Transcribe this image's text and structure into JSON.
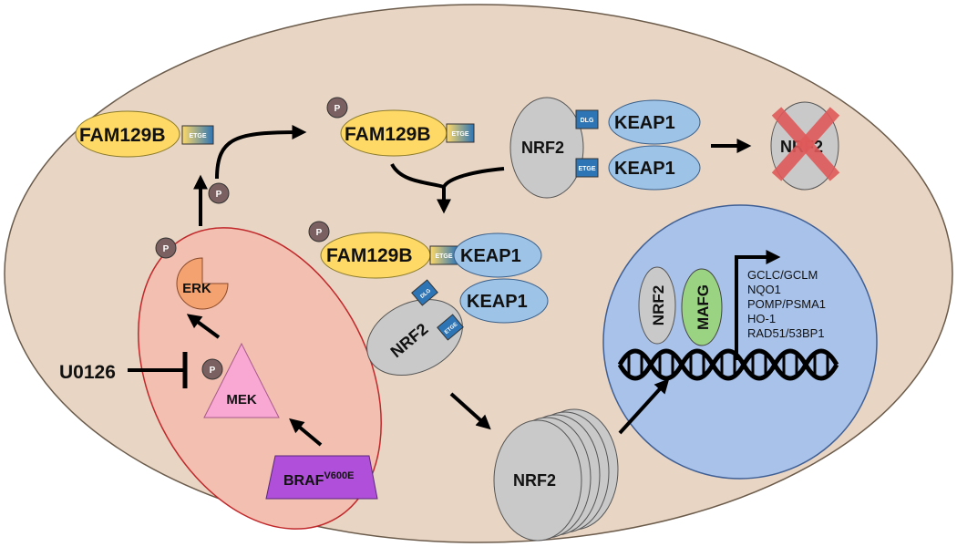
{
  "colors": {
    "cell_fill": "#E8D5C3",
    "cell_stroke": "#6b5b4b",
    "mapk_region_fill": "#F2BFB0",
    "mapk_region_stroke": "#C0282B",
    "nucleus_fill": "#A9C2E9",
    "nucleus_stroke": "#3f5f95",
    "fam129b": "#FFD966",
    "keap1": "#9DC3E6",
    "nrf2": "#C9C9C9",
    "mafg": "#9AD381",
    "erk": "#F4A270",
    "mek": "#F9A8D4",
    "braf": "#B04FD9",
    "phospho": "#7a6060",
    "cross": "#E05A5A"
  },
  "labels": {
    "fam129b": "FAM129B",
    "keap1": "KEAP1",
    "nrf2": "NRF2",
    "mafg": "MAFG",
    "erk": "ERK",
    "mek": "MEK",
    "braf": "BRAF",
    "braf_sup": "V600E",
    "inhibitor": "U0126",
    "phospho": "P",
    "etge": "ETGE",
    "dlg": "DLG"
  },
  "target_genes": [
    "GCLC/GCLM",
    "NQO1",
    "POMP/PSMA1",
    "HO-1",
    "RAD51/53BP1"
  ],
  "icons": [
    "phospho-circle",
    "degradation-cross-icon",
    "dna-helix-icon",
    "transcription-arrow-icon",
    "inhibition-bar-icon"
  ]
}
